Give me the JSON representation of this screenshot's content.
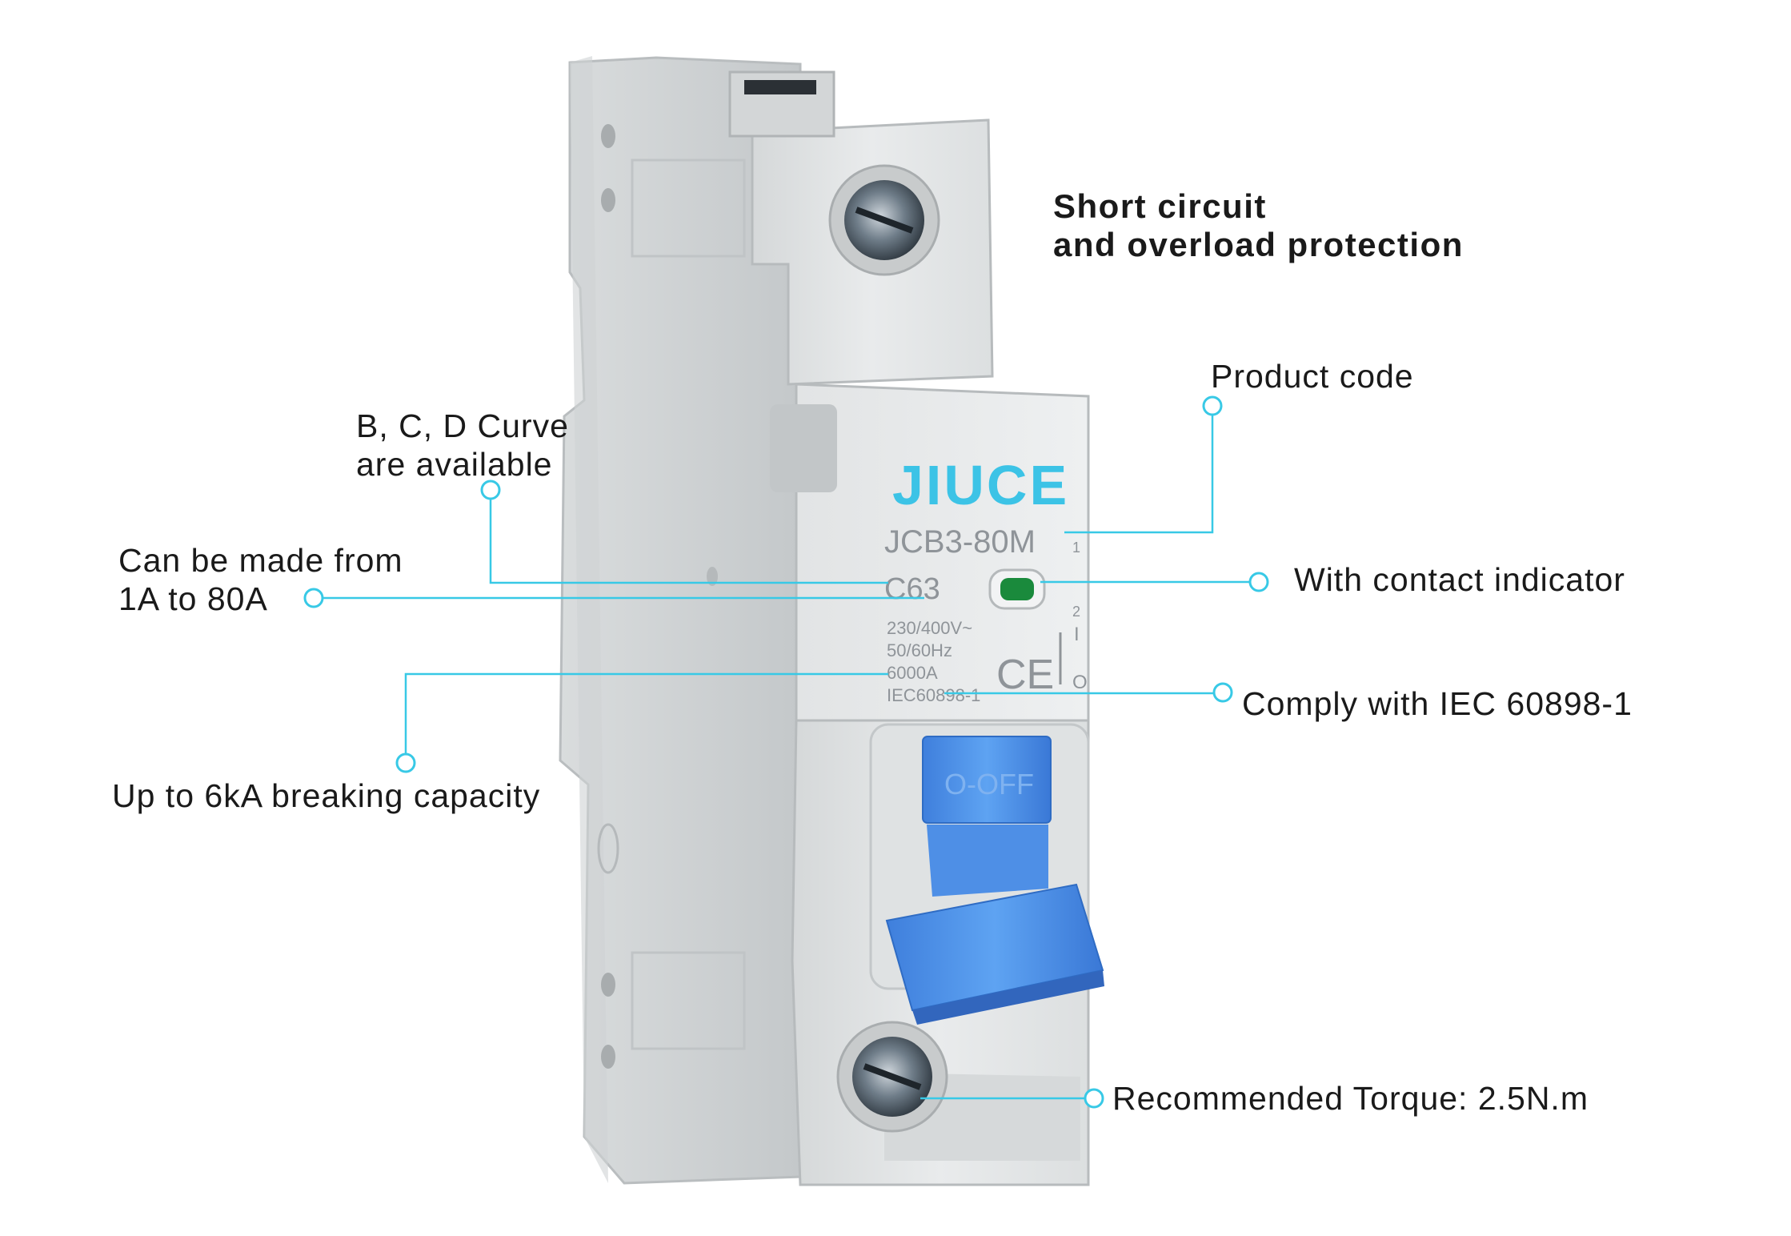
{
  "device": {
    "brand": "JIUCE",
    "model": "JCB3-80M",
    "rating": "C63",
    "voltage": "230/400V~",
    "frequency": "50/60Hz",
    "breaking": "6000A",
    "standard": "IEC60898-1",
    "handle_text": "O-OFF",
    "terminal_top": "1",
    "terminal_bottom": "2",
    "switch_on": "I",
    "switch_off": "O",
    "ce_mark": "CE"
  },
  "callouts": {
    "title_line1": "Short circuit",
    "title_line2": "and overload protection",
    "product_code": "Product code",
    "curve_line1": "B, C, D Curve",
    "curve_line2": "are available",
    "range_line1": "Can be made from",
    "range_line2": "1A to 80A",
    "indicator": "With contact indicator",
    "comply": "Comply with IEC 60898-1",
    "breaking": "Up to 6kA breaking capacity",
    "torque": "Recommended  Torque: 2.5N.m"
  },
  "colors": {
    "brand": "#3cc3e6",
    "leader_line": "#38c9e6",
    "housing": "#e4e6e7",
    "housing_shadow": "#c9cccd",
    "toggle": "#4a90e8",
    "indicator": "#1a8a3c"
  }
}
